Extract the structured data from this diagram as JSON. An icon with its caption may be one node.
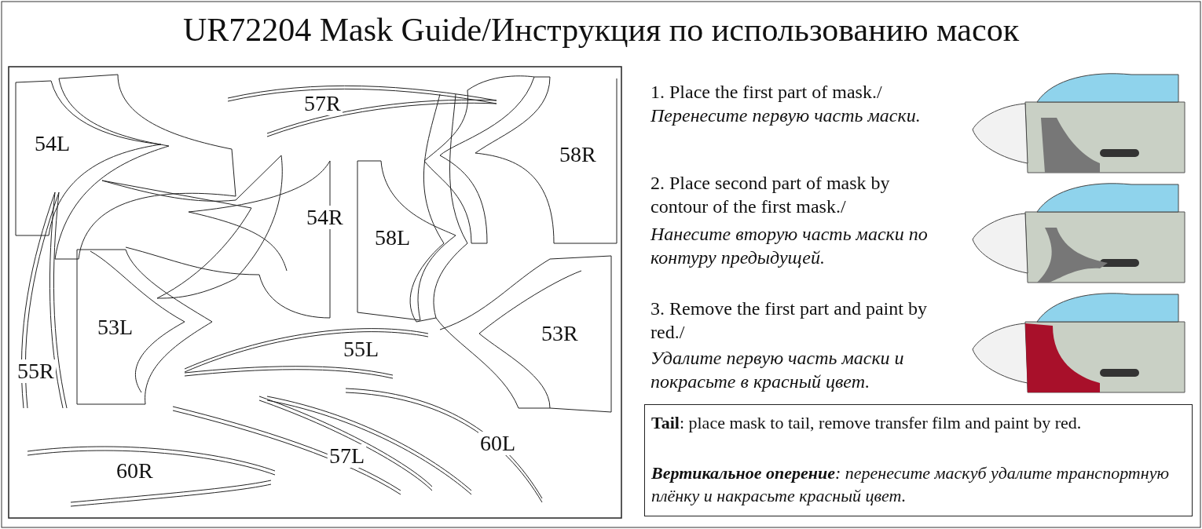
{
  "diagram": {
    "title": "UR72204 Mask Guide/Инструкция по использованию масок",
    "nodes": [
      {
        "text": [
          "**Tail**: place mask to tail, remove transfer film and paint by red.",
          "**Вертикальное оперение**: перенесите маскуб удалите транспортную плёнку и накрасьте красный цвет."
        ]
      }
    ],
    "edges": [],
    "labels": [
      "57R",
      "54L",
      "58R",
      "54R",
      "58L",
      "53L",
      "53R",
      "55L",
      "55R",
      "60L",
      "57L",
      "60R",
      "1. Place the first part of mask./",
      "Перенесите первую часть маски.",
      "2. Place second part of mask by contour of the first mask./",
      "Нанесите вторую часть маски по контуру предыдущей.",
      "3. Remove the first part and paint by red./",
      "Удалите первую часть маски и покрасьте в красный цвет."
    ]
  }
}
